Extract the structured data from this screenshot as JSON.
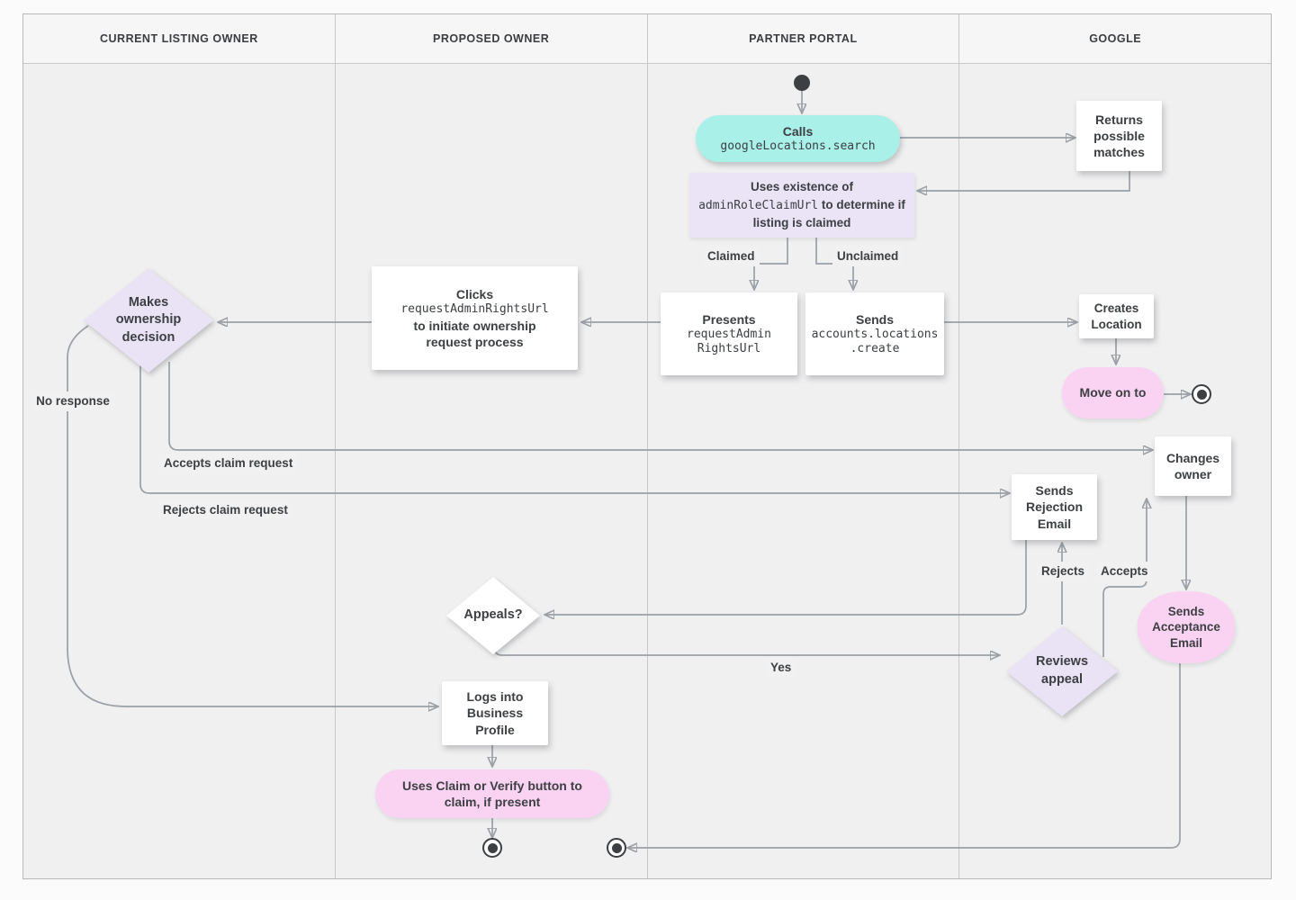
{
  "colors": {
    "teal": "#a9f0e8",
    "lavender": "#eae4f6",
    "purple_diamond": "#e9e3f5",
    "pink": "#fad3f2",
    "node_text": "#3c4043",
    "edge_line": "#9aa0a6",
    "lane_bg": "#f0f0f1"
  },
  "lanes": [
    {
      "label": "CURRENT LISTING OWNER"
    },
    {
      "label": "PROPOSED OWNER"
    },
    {
      "label": "PARTNER PORTAL"
    },
    {
      "label": "GOOGLE"
    }
  ],
  "nodes": {
    "calls": {
      "title": "Calls",
      "code": "googleLocations.search"
    },
    "returns_matches": {
      "label": "Returns possible matches"
    },
    "uses_existence": {
      "pre": "Uses existence of",
      "code": "adminRoleClaimUrl",
      "post": "to determine if listing is claimed"
    },
    "presents": {
      "title": "Presents",
      "code": "requestAdmin\nRightsUrl"
    },
    "sends_create": {
      "title": "Sends",
      "code": "accounts.locations\n.create"
    },
    "clicks": {
      "title": "Clicks",
      "code": "requestAdminRightsUrl",
      "post": "to initiate ownership request process"
    },
    "makes_decision": {
      "label": "Makes ownership decision"
    },
    "creates_location": {
      "label": "Creates Location"
    },
    "move_on": {
      "label": "Move on to"
    },
    "changes_owner": {
      "label": "Changes owner"
    },
    "sends_rejection": {
      "label": "Sends Rejection Email"
    },
    "sends_acceptance": {
      "label": "Sends Acceptance Email"
    },
    "reviews_appeal": {
      "label": "Reviews appeal"
    },
    "appeals": {
      "label": "Appeals?"
    },
    "logs_in": {
      "label": "Logs into Business Profile"
    },
    "uses_claim": {
      "label": "Uses Claim or Verify button to claim, if present"
    }
  },
  "edge_labels": {
    "claimed": "Claimed",
    "unclaimed": "Unclaimed",
    "no_response": "No response",
    "accepts_claim": "Accepts claim request",
    "rejects_claim": "Rejects claim request",
    "rejects": "Rejects",
    "accepts": "Accepts",
    "yes": "Yes"
  }
}
